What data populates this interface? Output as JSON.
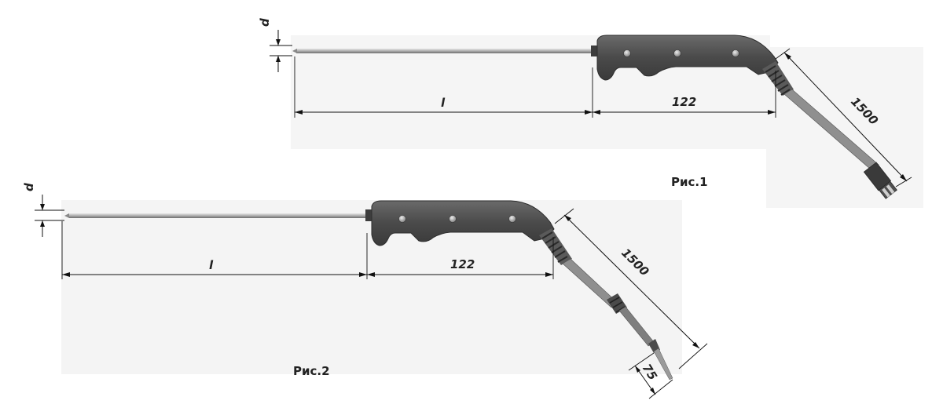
{
  "figure1": {
    "label": "Рис.1",
    "dim_diameter": "d",
    "dim_length": "l",
    "dim_handle": "122",
    "dim_cable": "1500"
  },
  "figure2": {
    "label": "Рис.2",
    "dim_diameter": "d",
    "dim_length": "l",
    "dim_handle": "122",
    "dim_cable": "1500",
    "dim_tip": "75"
  },
  "colors": {
    "handle": "#4d4d4d",
    "rod": "#a6a6a6",
    "cable": "#8c8c8c",
    "background_panel": "#f4f4f4"
  }
}
